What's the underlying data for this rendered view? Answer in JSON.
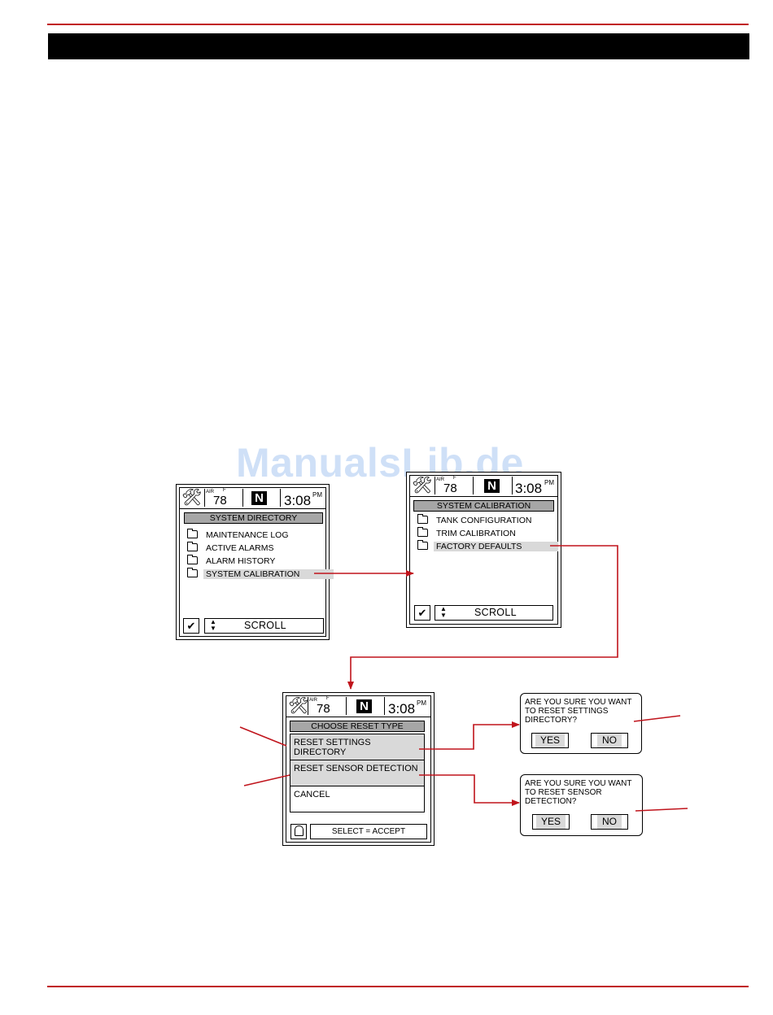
{
  "colors": {
    "accent": "#c0141c",
    "watermark": "#a9c7f2",
    "title_bar": "#a6a6a6",
    "highlight": "#d9d9d9"
  },
  "watermark": "ManualsLib.de",
  "status": {
    "air_label": "AIR",
    "unit_label": "F",
    "temperature": "78",
    "gear": "N",
    "time": "3:08",
    "ampm": "PM",
    "tool_icon": "wrench-hammer-icon"
  },
  "screen1": {
    "title": "SYSTEM DIRECTORY",
    "items": [
      "MAINTENANCE LOG",
      "ACTIVE ALARMS",
      "ALARM HISTORY",
      "SYSTEM CALIBRATION"
    ],
    "footer": "SCROLL"
  },
  "screen2": {
    "title": "SYSTEM CALIBRATION",
    "items": [
      "TANK CONFIGURATION",
      "TRIM CALIBRATION",
      "FACTORY DEFAULTS"
    ],
    "footer": "SCROLL"
  },
  "screen3": {
    "title": "CHOOSE RESET TYPE",
    "options": [
      "RESET SETTINGS DIRECTORY",
      "RESET SENSOR DETECTION",
      "CANCEL"
    ],
    "footer": "SELECT = ACCEPT"
  },
  "dialog1": {
    "text": "ARE YOU SURE YOU WANT\nTO RESET SETTINGS\nDIRECTORY?",
    "yes": "YES",
    "no": "NO"
  },
  "dialog2": {
    "text": "ARE YOU SURE YOU WANT\nTO RESET SENSOR\nDETECTION?",
    "yes": "YES",
    "no": "NO"
  }
}
